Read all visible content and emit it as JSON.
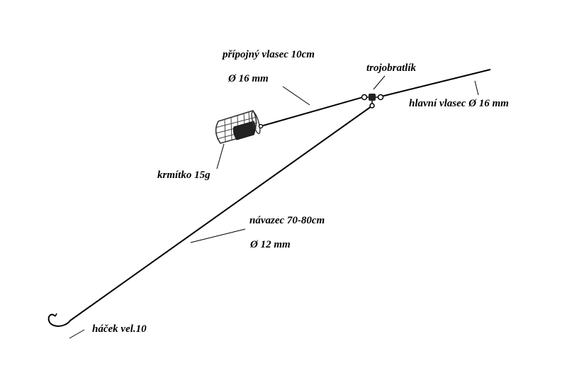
{
  "labels": {
    "pripojny_vlasec": "přípojný vlasec 10cm",
    "pripojny_diameter": "Ø 16 mm",
    "trojobratlik": "trojobratlík",
    "hlavni_vlasec": "hlavní vlasec Ø 16 mm",
    "krmitko": "krmítko 15g",
    "navazec": "návazec 70-80cm",
    "navazec_diameter": "Ø 12 mm",
    "hacek": "háček  vel.10"
  },
  "colors": {
    "line": "#000000",
    "feeder_cage": "#555555",
    "feeder_weight": "#222222"
  }
}
